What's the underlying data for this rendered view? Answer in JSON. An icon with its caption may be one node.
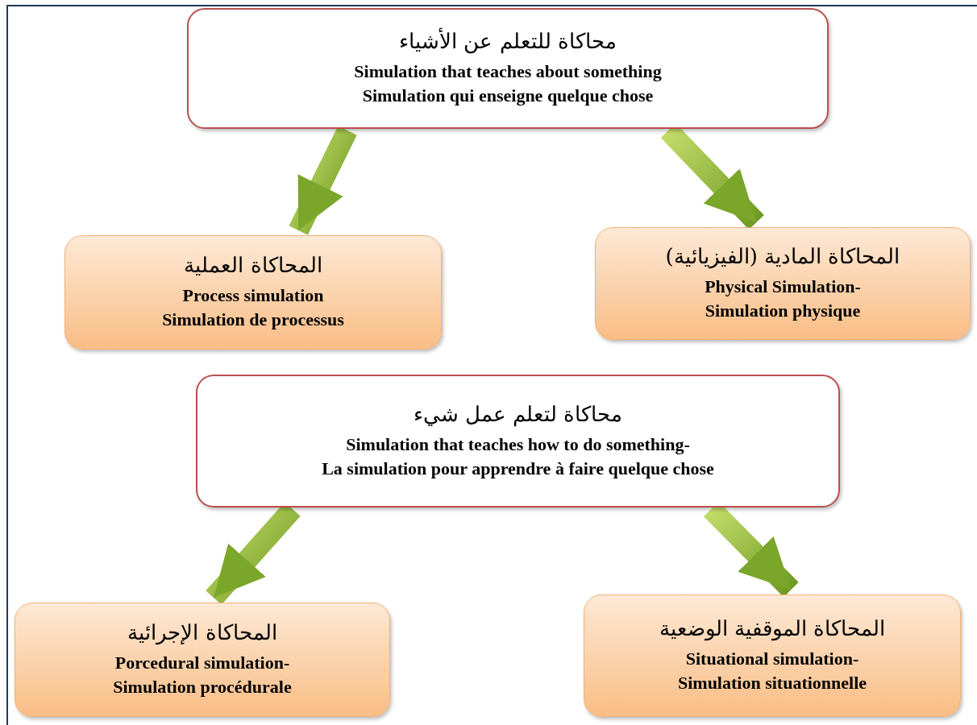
{
  "diagram": {
    "nodes": [
      {
        "text": [
          "محاكاة للتعلم عن الأشياء",
          "Simulation that teaches about something",
          "Simulation qui enseigne quelque chose"
        ]
      },
      {
        "text": [
          "المحاكاة العملية",
          "Process simulation",
          "Simulation de processus"
        ]
      },
      {
        "text": [
          "المحاكاة المادية (الفيزيائية)",
          "Physical Simulation-",
          "Simulation physique"
        ]
      },
      {
        "text": [
          "محاكاة لتعلم عمل شيء",
          "Simulation that teaches how to do something-",
          "La simulation pour apprendre à faire quelque chose"
        ]
      },
      {
        "text": [
          "المحاكاة الإجرائية",
          "Porcedural simulation-",
          "Simulation procédurale"
        ]
      },
      {
        "text": [
          "المحاكاة الموقفية الوضعية",
          "Situational simulation-",
          "Simulation situationnelle"
        ]
      }
    ],
    "edges": [
      {
        "from": 0,
        "to": 1,
        "arrow": "to",
        "style": "thick"
      },
      {
        "from": 0,
        "to": 2,
        "arrow": "to",
        "style": "thick"
      },
      {
        "from": 3,
        "to": 4,
        "arrow": "to",
        "style": "thick"
      },
      {
        "from": 3,
        "to": 5,
        "arrow": "to",
        "style": "thick"
      }
    ]
  }
}
